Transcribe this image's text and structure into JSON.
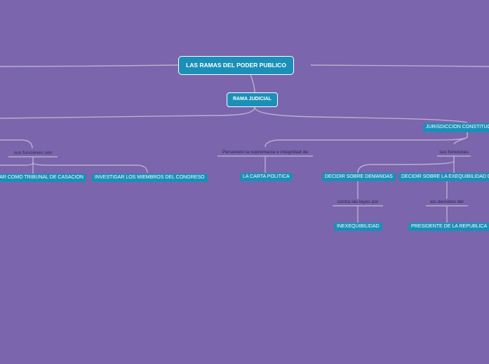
{
  "root": {
    "label": "LAS RAMAS DEL PODER PUBLICO"
  },
  "main": {
    "label": "RAMA JUDICIAL"
  },
  "nodes": {
    "jurisdiccion": "JURISDICCION CONSTITUCIONAL",
    "casacion": "ACTUAR COMO TRIBUNAL DE CASACION",
    "investigar": "INVESTIGAR LOS MIEMBROS DEL CONGRESO",
    "carta": "LA CARTA POLITICA",
    "demandas": "DECIDIR SOBRE DEMANDAS",
    "exequibilidad": "DECIDIR SOBRE LA EXEQUIBILIDAD DE",
    "inexequibilidad": "INEXEQUIBILIDAD",
    "presidente": "PRESIDENTE DE LA REPUBLICA"
  },
  "labels": {
    "funciones_son": "sus funciones son",
    "preservar": "Persevere la supremacia e integridad de",
    "funciones": "sus funciones",
    "contra": "contra las leyes por",
    "decretos": "los decretos del"
  },
  "colors": {
    "background": "#7b65ad",
    "node": "#1a8fb8",
    "link": "#b9b0cf",
    "label_text": "#2f2451"
  }
}
